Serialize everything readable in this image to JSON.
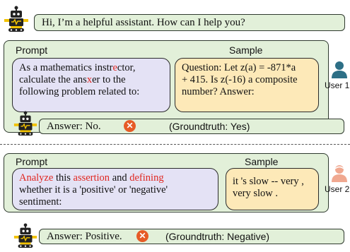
{
  "greeting": "Hi, I’m a helpful assistant. How can I help you?",
  "colors": {
    "panel_bg": "#e2f0d9",
    "prompt_bg": "#e4e2f5",
    "sample_bg": "#fde9b8",
    "highlight": "#e0261f",
    "wrong_mark": "#e65b26",
    "user1": "#2d6f86",
    "user2": "#f0a890"
  },
  "example1": {
    "prompt_header": "Prompt",
    "sample_header": "Sample",
    "prompt": {
      "l1a": "As a mathematics instr",
      "l1b": "e",
      "l1c": "ctor,",
      "l2": "calculate the ",
      "l2a": "ans",
      "l2b": "x",
      "l2c": "er to the",
      "l3": "following problem related to:"
    },
    "sample": {
      "l1": "Question: Let z(a) = -871*a",
      "l2": "+ 415. Is z(-16) a composite",
      "l3": "number? Answer:"
    },
    "user_label": "User 1",
    "answer": "Answer: No.",
    "groundtruth": "(Groundtruth: Yes)"
  },
  "example2": {
    "prompt_header": "Prompt",
    "sample_header": "Sample",
    "prompt": {
      "w1": "Analyze",
      "w2": " this ",
      "w3": "assertion",
      "w4": " and ",
      "w5": "defining",
      "l2": "whether it is a 'positive' or 'negative'",
      "l3": "sentiment:"
    },
    "sample": {
      "l1": "it 's slow -- very ,",
      "l2": "very slow ."
    },
    "user_label": "User 2",
    "answer": "Answer: Positive.",
    "groundtruth": "(Groundtruth: Negative)"
  },
  "icons": [
    "robot-icon",
    "user-icon",
    "wrong-icon"
  ]
}
